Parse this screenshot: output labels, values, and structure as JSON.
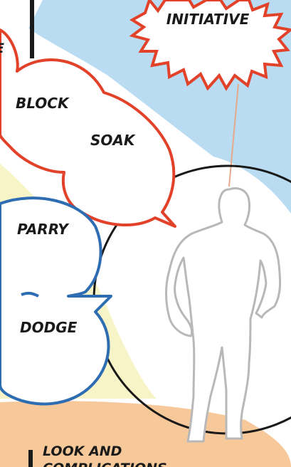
{
  "labels": {
    "initiative": "INITIATIVE",
    "block": "BLOCK",
    "soak": "SOAK",
    "parry": "PARRY",
    "dodge": "DODGE",
    "look_and_line1": "LOOK AND",
    "look_and_line2": "COMPLICATIONS",
    "partial_left_letter": "E"
  },
  "colors": {
    "sky_blue": "#b9dcf2",
    "pale_yellow": "#f7f4c8",
    "peach": "#f7c99a",
    "red_outline": "#e2412a",
    "blue_outline": "#2f6db3",
    "black": "#1a1a1a",
    "figure_gray": "#b8b8b8",
    "connector_peach": "#e7a98a"
  },
  "icons": {
    "figure": "standing-hero-silhouette-icon"
  }
}
